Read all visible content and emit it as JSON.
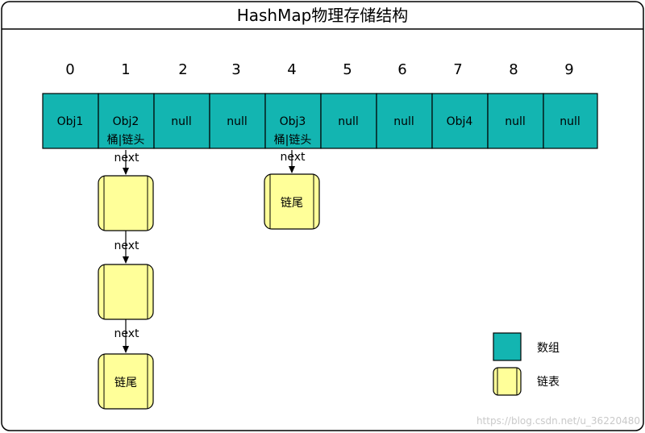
{
  "title": "HashMap物理存储结构",
  "array": {
    "indices": [
      "0",
      "1",
      "2",
      "3",
      "4",
      "5",
      "6",
      "7",
      "8",
      "9"
    ],
    "cells": [
      {
        "line1": "Obj1",
        "line2": ""
      },
      {
        "line1": "Obj2",
        "line2": "桶|链头"
      },
      {
        "line1": "null",
        "line2": ""
      },
      {
        "line1": "null",
        "line2": ""
      },
      {
        "line1": "Obj3",
        "line2": "桶|链头"
      },
      {
        "line1": "null",
        "line2": ""
      },
      {
        "line1": "null",
        "line2": ""
      },
      {
        "line1": "Obj4",
        "line2": ""
      },
      {
        "line1": "null",
        "line2": ""
      },
      {
        "line1": "null",
        "line2": ""
      }
    ]
  },
  "chains": {
    "chain1": {
      "next_labels": [
        "next",
        "next",
        "next"
      ],
      "nodes": [
        "",
        "",
        "链尾"
      ]
    },
    "chain2": {
      "next_labels": [
        "next"
      ],
      "nodes": [
        "链尾"
      ]
    }
  },
  "legend": {
    "array_label": "数组",
    "list_label": "链表"
  },
  "colors": {
    "array_fill": "#13b5b1",
    "node_fill": "#ffff99",
    "stroke": "#000000"
  },
  "watermark": "https://blog.csdn.net/u_36220480"
}
